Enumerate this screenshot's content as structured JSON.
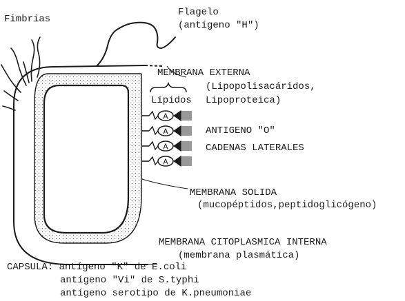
{
  "labels": {
    "fimbrias": "Fimbrias",
    "flagelo": "Flagelo",
    "flagelo_sub": "(antígeno \"H\")",
    "membrana_externa": "MEMBRANA EXTERNA",
    "lipopolisacaridos": "(Lipopolisacáridos,",
    "lipoproteica": "Lipoproteica)",
    "lipidos": "Lípidos",
    "antigeno_o": "ANTIGENO \"O\"",
    "cadenas_laterales": "CADENAS LATERALES",
    "membrana_solida": "MEMBRANA SOLIDA",
    "mucopeptidos": "(mucopéptidos,peptidoglicógeno)",
    "membrana_citoplasmica": "MEMBRANA CITOPLASMICA INTERNA",
    "membrana_plasmatica": "(membrana plasmática)",
    "capsula_1": "CAPSULA: antígeno \"K\" de E.coli",
    "capsula_2": "antígeno \"Vi\" de S.typhi",
    "capsula_3": "antígeno serotipo de K.pneumoniae"
  },
  "antigen_marker": "A",
  "antigen_count": 4,
  "colors": {
    "ink": "#1a1a1a",
    "stipple": "#7a7a7a",
    "background": "#ffffff"
  }
}
